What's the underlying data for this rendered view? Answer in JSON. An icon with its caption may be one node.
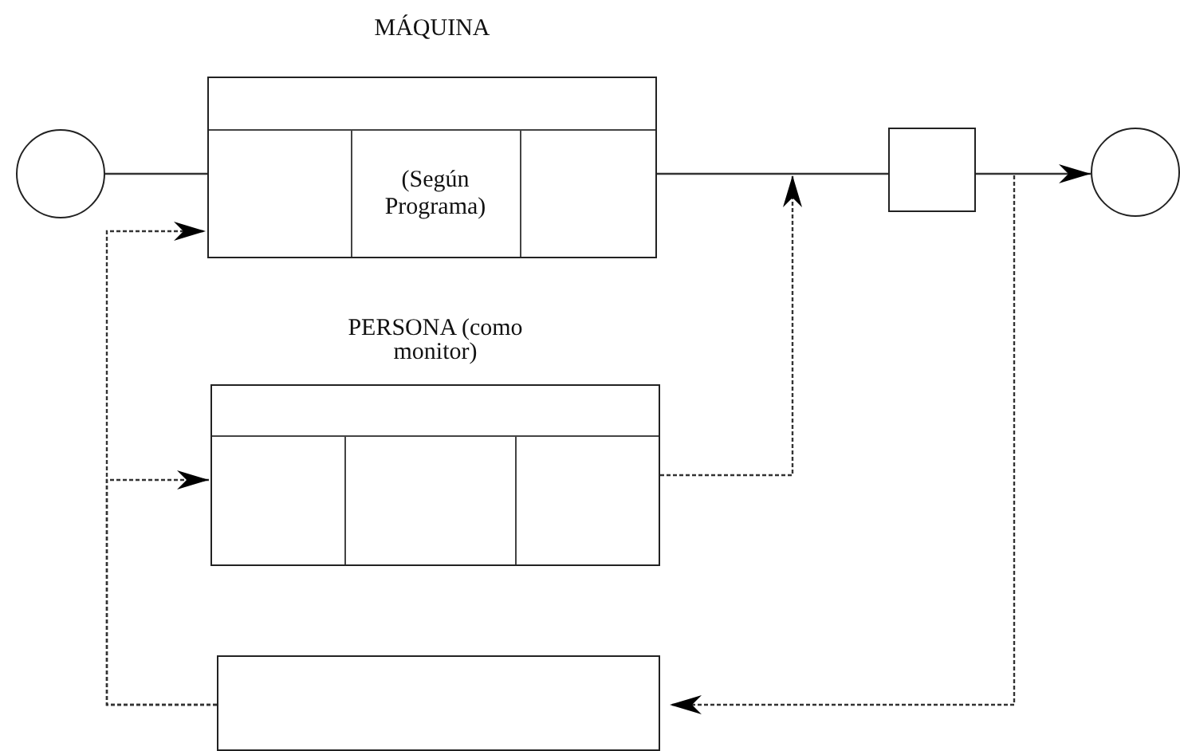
{
  "diagram": {
    "nodes": [
      {
        "text": [],
        "shape": "circle"
      },
      {
        "text": [
          "MÁQUINA"
        ]
      },
      {
        "text": [
          "(Según Programa)"
        ],
        "in": 1
      },
      {
        "text": [],
        "shape": "box"
      },
      {
        "text": [],
        "shape": "circle"
      },
      {
        "text": [
          "PERSONA (como monitor)"
        ]
      },
      {
        "text": [],
        "shape": "box"
      }
    ],
    "edges": [
      {
        "from": 0,
        "to": 1,
        "arrow": "none"
      },
      {
        "from": 1,
        "to": 3,
        "arrow": "none"
      },
      {
        "from": 3,
        "to": 4,
        "arrow": "to"
      },
      {
        "from": 5,
        "to": null,
        "arrow": "to",
        "style": "dashed"
      },
      {
        "from": null,
        "to": 6,
        "arrow": "to",
        "style": "dashed"
      },
      {
        "from": 6,
        "to": 1,
        "arrow": "to",
        "style": "dashed"
      },
      {
        "from": 6,
        "to": 5,
        "arrow": "to",
        "style": "dashed"
      }
    ]
  }
}
